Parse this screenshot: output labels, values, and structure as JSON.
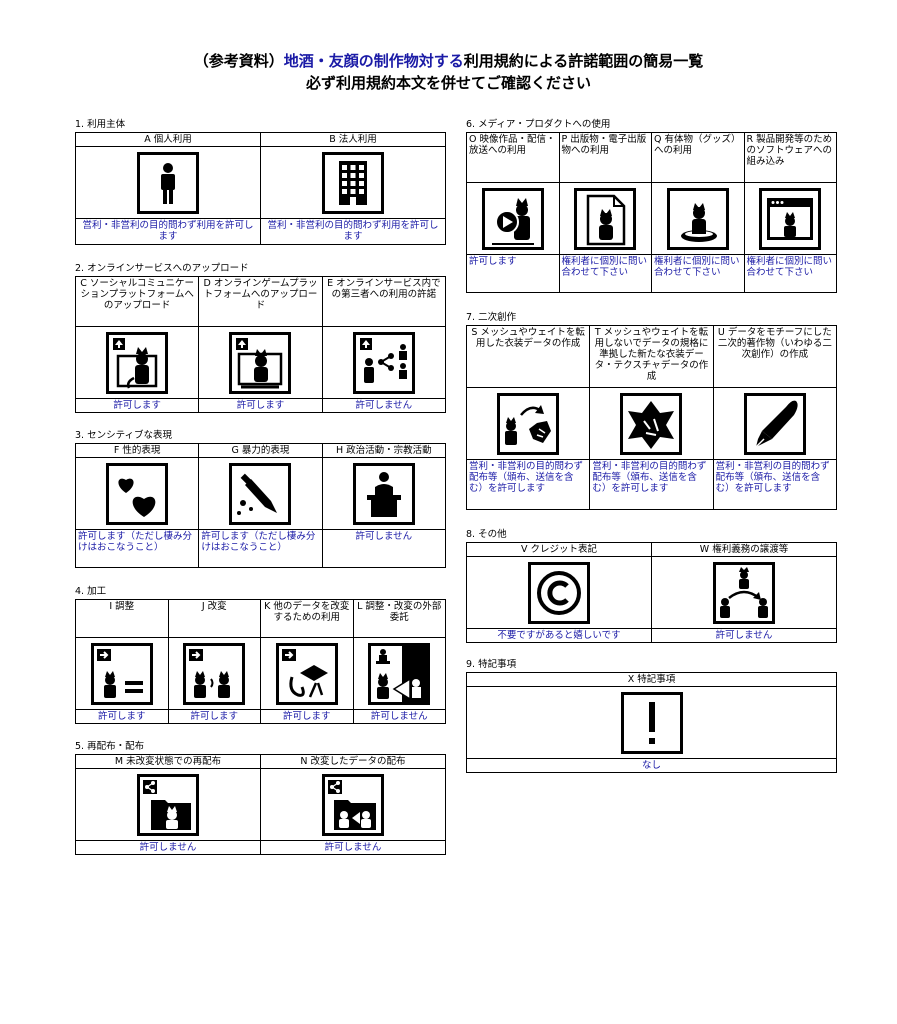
{
  "title": {
    "line1_prefix": "（参考資料）",
    "line1_blue": "地酒・友顔の制作物対する",
    "line1_suffix": "利用規約による許諾範囲の簡易一覧",
    "line2": "必ず利用規約本文を併せてご確認ください"
  },
  "sections": {
    "s1": {
      "title": "1. 利用主体",
      "cols": [
        {
          "label": "A 個人利用",
          "icon": "person-icon",
          "note": "営利・非営利の目的問わず利用を許可します"
        },
        {
          "label": "B 法人利用",
          "icon": "building-icon",
          "note": "営利・非営利の目的問わず利用を許可します"
        }
      ]
    },
    "s2": {
      "title": "2. オンラインサービスへのアップロード",
      "cols": [
        {
          "label": "C ソーシャルコミュニケーションプラットフォームへのアップロード",
          "icon": "upload-sns-icon",
          "note": "許可します"
        },
        {
          "label": "D オンラインゲームプラットフォームへのアップロード",
          "icon": "upload-game-icon",
          "note": "許可します"
        },
        {
          "label": "E オンラインサービス内での第三者への利用の許諾",
          "icon": "share-third-party-icon",
          "note": "許可しません"
        }
      ]
    },
    "s3": {
      "title": "3. センシティブな表現",
      "cols": [
        {
          "label": "F 性的表現",
          "icon": "hearts-icon",
          "note": "許可します（ただし棲み分けはおこなうこと）"
        },
        {
          "label": "G 暴力的表現",
          "icon": "knife-icon",
          "note": "許可します（ただし棲み分けはおこなうこと）"
        },
        {
          "label": "H 政治活動・宗教活動",
          "icon": "podium-icon",
          "note": "許可しません"
        }
      ]
    },
    "s4": {
      "title": "4. 加工",
      "cols": [
        {
          "label": "I 調整",
          "icon": "adjust-icon",
          "note": "許可します"
        },
        {
          "label": "J 改変",
          "icon": "modify-icon",
          "note": "許可します"
        },
        {
          "label": "K 他のデータを改変するための利用",
          "icon": "ribbon-icon",
          "note": "許可します"
        },
        {
          "label": "L 調整・改変の外部委託",
          "icon": "outsource-icon",
          "note": "許可しません"
        }
      ]
    },
    "s5": {
      "title": "5. 再配布・配布",
      "cols": [
        {
          "label": "M 未改変状態での再配布",
          "icon": "redistribute-icon",
          "note": "許可しません"
        },
        {
          "label": "N 改変したデータの配布",
          "icon": "distribute-modified-icon",
          "note": "許可しません"
        }
      ]
    },
    "s6": {
      "title": "6. メディア・プロダクトへの使用",
      "cols": [
        {
          "label": "O 映像作品・配信・放送への利用",
          "icon": "video-icon",
          "note": "許可します"
        },
        {
          "label": "P 出版物・電子出版物への利用",
          "icon": "document-icon",
          "note": "権利者に個別に問い合わせて下さい"
        },
        {
          "label": "Q 有体物（グッズ）への利用",
          "icon": "goods-icon",
          "note": "権利者に個別に問い合わせて下さい"
        },
        {
          "label": "R 製品開発等のためのソフトウェアへの組み込み",
          "icon": "software-icon",
          "note": "権利者に個別に問い合わせて下さい"
        }
      ]
    },
    "s7": {
      "title": "7. 二次創作",
      "cols": [
        {
          "label": "S メッシュやウェイトを転用した衣装データの作成",
          "icon": "mesh-reuse-icon",
          "note": "営利・非営利の目的問わず配布等（頒布、送信を含む）を許可します"
        },
        {
          "label": "T メッシュやウェイトを転用しないでデータの規格に準拠した新たな衣装データ・テクスチャデータの作成",
          "icon": "new-costume-icon",
          "note": "営利・非営利の目的問わず配布等（頒布、送信を含む）を許可します"
        },
        {
          "label": "U データをモチーフにした二次的著作物（いわゆる二次創作）の作成",
          "icon": "pen-nib-icon",
          "note": "営利・非営利の目的問わず配布等（頒布、送信を含む）を許可します"
        }
      ]
    },
    "s8": {
      "title": "8. その他",
      "cols": [
        {
          "label": "V クレジット表記",
          "icon": "copyright-icon",
          "note": "不要ですがあると嬉しいです"
        },
        {
          "label": "W 権利義務の譲渡等",
          "icon": "transfer-icon",
          "note": "許可しません"
        }
      ]
    },
    "s9": {
      "title": "9. 特記事項",
      "cols": [
        {
          "label": "X 特記事項",
          "icon": "exclamation-icon",
          "note": "なし"
        }
      ]
    }
  }
}
